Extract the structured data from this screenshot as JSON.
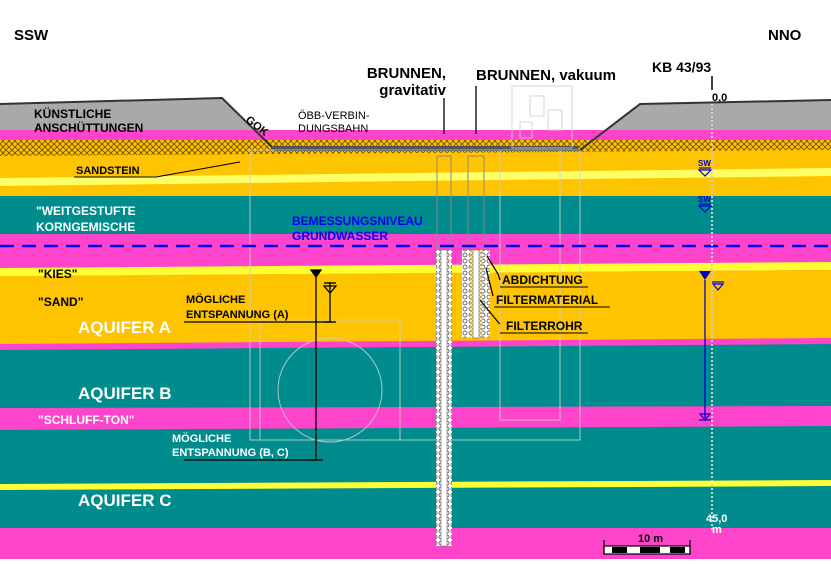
{
  "orientation": {
    "left": "SSW",
    "right": "NNO"
  },
  "wells": {
    "gravity": {
      "line1": "BRUNNEN,",
      "line2": "gravitativ"
    },
    "vacuum": {
      "label": "BRUNNEN, vakuum"
    }
  },
  "borehole": {
    "name": "KB 43/93",
    "top_depth": "0,0",
    "bottom_depth_value": "45,0",
    "bottom_depth_unit": "m"
  },
  "ground": {
    "surface_label": "GOK",
    "railway_line1": "ÖBB-VERBIN-",
    "railway_line2": "DUNGSBAHN"
  },
  "layers": {
    "fill_line1": "KÜNSTLICHE",
    "fill_line2": "ANSCHÜTTUNGEN",
    "sandstone": "SANDSTEIN",
    "graded_line1": "\"WEITGESTUFTE",
    "graded_line2": "KORNGEMISCHE",
    "gravel": "\"KIES\"",
    "sand": "\"SAND\"",
    "silt_clay": "\"SCHLUFF-TON\""
  },
  "aquifers": {
    "a": "AQUIFER A",
    "b": "AQUIFER B",
    "c": "AQUIFER C"
  },
  "design_level": {
    "line1": "BEMESSUNGSNIVEAU",
    "line2": "GRUNDWASSER"
  },
  "well_parts": {
    "seal": "ABDICHTUNG",
    "filter_material": "FILTERMATERIAL",
    "filter_pipe": "FILTERROHR"
  },
  "relief": {
    "a_line1": "MÖGLICHE",
    "a_line2": "ENTSPANNUNG (A)",
    "bc_line1": "MÖGLICHE",
    "bc_line2": "ENTSPANNUNG (B, C)"
  },
  "water_marks": {
    "sw1": "SW",
    "sw2": "SW"
  },
  "scale": {
    "label": "10 m"
  },
  "colors": {
    "magenta": "#ff44cc",
    "yellow_sand": "#ffc400",
    "teal": "#008c8c",
    "gray_fill": "#a9a9a9",
    "design_level": "#0000ee",
    "bright_yellow": "#ffff33"
  }
}
